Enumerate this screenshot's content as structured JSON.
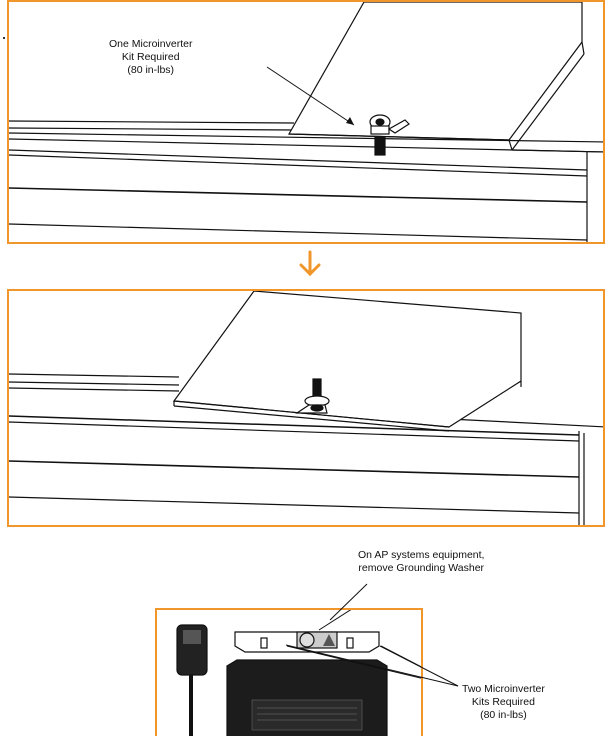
{
  "colors": {
    "accent": "#f0962b",
    "line": "#111111"
  },
  "panel_top": {
    "callout_lines": [
      "One Microinverter",
      "Kit Required",
      "(80 in-lbs)"
    ]
  },
  "arrow": {
    "icon": "down-arrow-icon"
  },
  "panel_bottom": {
    "callout_washer_lines": [
      "On AP systems equipment,",
      "remove Grounding Washer"
    ],
    "callout_kits_lines": [
      "Two Microinverter",
      "Kits Required",
      "(80 in-lbs)"
    ]
  }
}
